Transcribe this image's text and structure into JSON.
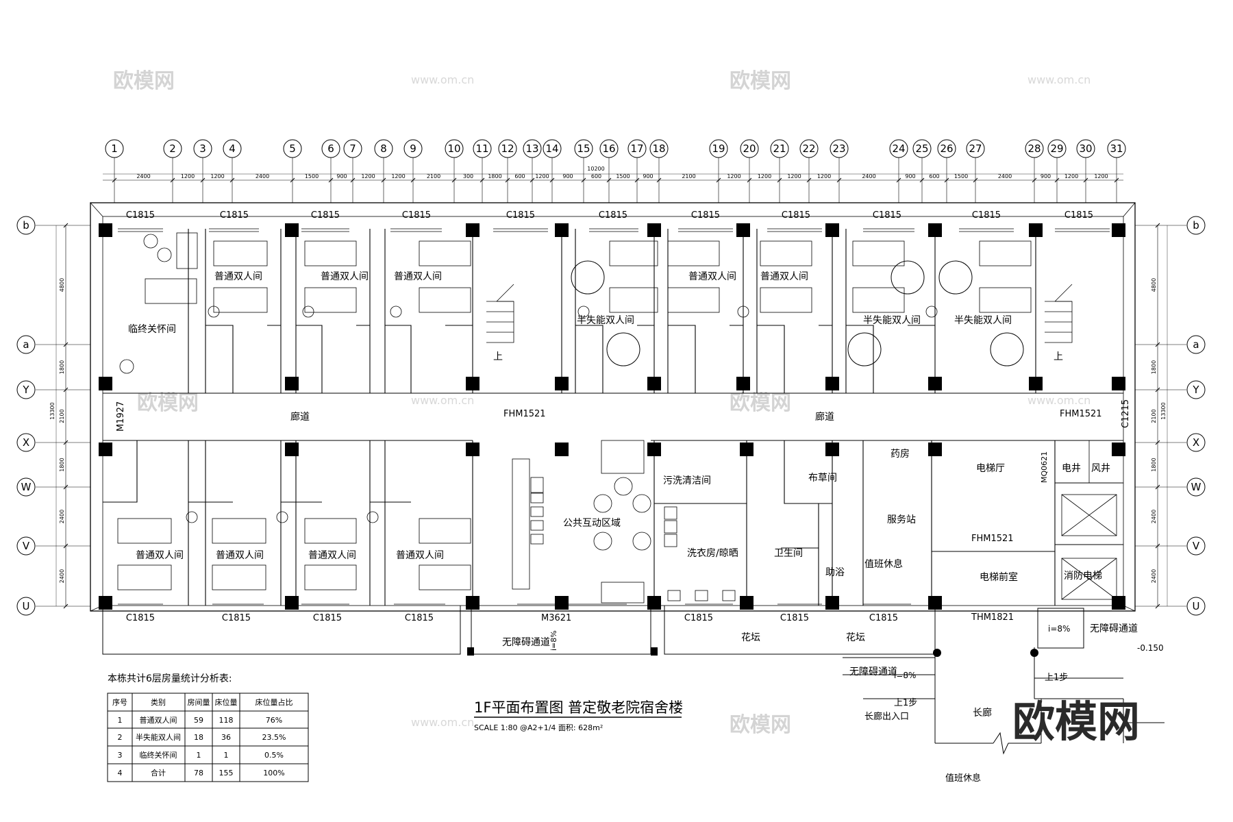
{
  "axes_top": [
    "1",
    "2",
    "3",
    "4",
    "5",
    "6",
    "7",
    "8",
    "9",
    "10",
    "11",
    "12",
    "13",
    "14",
    "15",
    "16",
    "17",
    "18",
    "19",
    "20",
    "21",
    "22",
    "23",
    "24",
    "25",
    "26",
    "27",
    "28",
    "29",
    "30",
    "31"
  ],
  "axes_side": [
    "b",
    "a",
    "Y",
    "X",
    "W",
    "V",
    "U"
  ],
  "dims_top": [
    "2400",
    "1200",
    "1200",
    "2400",
    "1500",
    "900",
    "1200",
    "1200",
    "2100",
    "300",
    "1800",
    "600",
    "1200",
    "900",
    "600",
    "1500",
    "900",
    "2100",
    "1200",
    "1200",
    "1200",
    "1200",
    "2400",
    "900",
    "600",
    "1500",
    "2400",
    "900",
    "1200",
    "1200"
  ],
  "dim_top_extra": "10200",
  "dims_side": [
    "4800",
    "1800",
    "2100",
    "1800",
    "2400",
    "2400"
  ],
  "dim_side_total": "13300",
  "windows_top": [
    "C1815",
    "C1815",
    "C1815",
    "C1815",
    "C1815",
    "C1815",
    "C1815",
    "C1815",
    "C1815",
    "C1815",
    "C1815"
  ],
  "windows_bottom": [
    "C1815",
    "C1815",
    "C1815",
    "C1815",
    "C1815",
    "C1815",
    "C1815"
  ],
  "doors": {
    "fhm_left": "FHM1521",
    "fhm_right": "FHM1521",
    "fhm_lobby": "FHM1521",
    "thm": "THM1821",
    "m1927": "M1927",
    "c1215": "C1215",
    "m3621": "M3621",
    "mq": "MQ0621"
  },
  "rooms": {
    "hospice": "临终关怀间",
    "double": "普通双人间",
    "semi": "半失能双人间",
    "corridor": "廊道",
    "stair_up": "上",
    "public": "公共互动区域",
    "dirty": "污洗清洁间",
    "laundry": "洗衣房/晾晒",
    "toilet": "卫生间",
    "linen": "布草间",
    "pharmacy": "药房",
    "service": "服务站",
    "duty": "值班休息",
    "assist": "助浴",
    "elev_hall": "电梯厅",
    "elev_front": "电梯前室",
    "shaft_e": "电井",
    "shaft_w": "风井",
    "fire_elev": "消防电梯",
    "garden": "花坛",
    "ramp": "无障碍通道",
    "slope1": "i=8%",
    "slope2": "i=8%",
    "slope3": "i=8%",
    "step": "上1步",
    "gallery_entry": "长廊出入口",
    "gallery": "长廊",
    "level": "-0.150",
    "duty_bottom": "值班休息"
  },
  "table": {
    "caption": "本栋共计6层房量统计分析表:",
    "headers": [
      "序号",
      "类别",
      "房间量",
      "床位量",
      "床位量占比"
    ],
    "rows": [
      [
        "1",
        "普通双人间",
        "59",
        "118",
        "76%"
      ],
      [
        "2",
        "半失能双人间",
        "18",
        "36",
        "23.5%"
      ],
      [
        "3",
        "临终关怀间",
        "1",
        "1",
        "0.5%"
      ],
      [
        "4",
        "合计",
        "78",
        "155",
        "100%"
      ]
    ]
  },
  "title": "1F平面布置图  普定敬老院宿舍楼",
  "subtitle": "SCALE 1:80  @A2+1/4  面积: 628m²",
  "watermarks": [
    "欧模网",
    "www.om.cn",
    "欧模网",
    "www.om.cn",
    "欧模网",
    "www.om.cn",
    "欧模网",
    "www.om.cn",
    "欧模网",
    "www.om.cn"
  ],
  "brand_mark": "欧模网"
}
